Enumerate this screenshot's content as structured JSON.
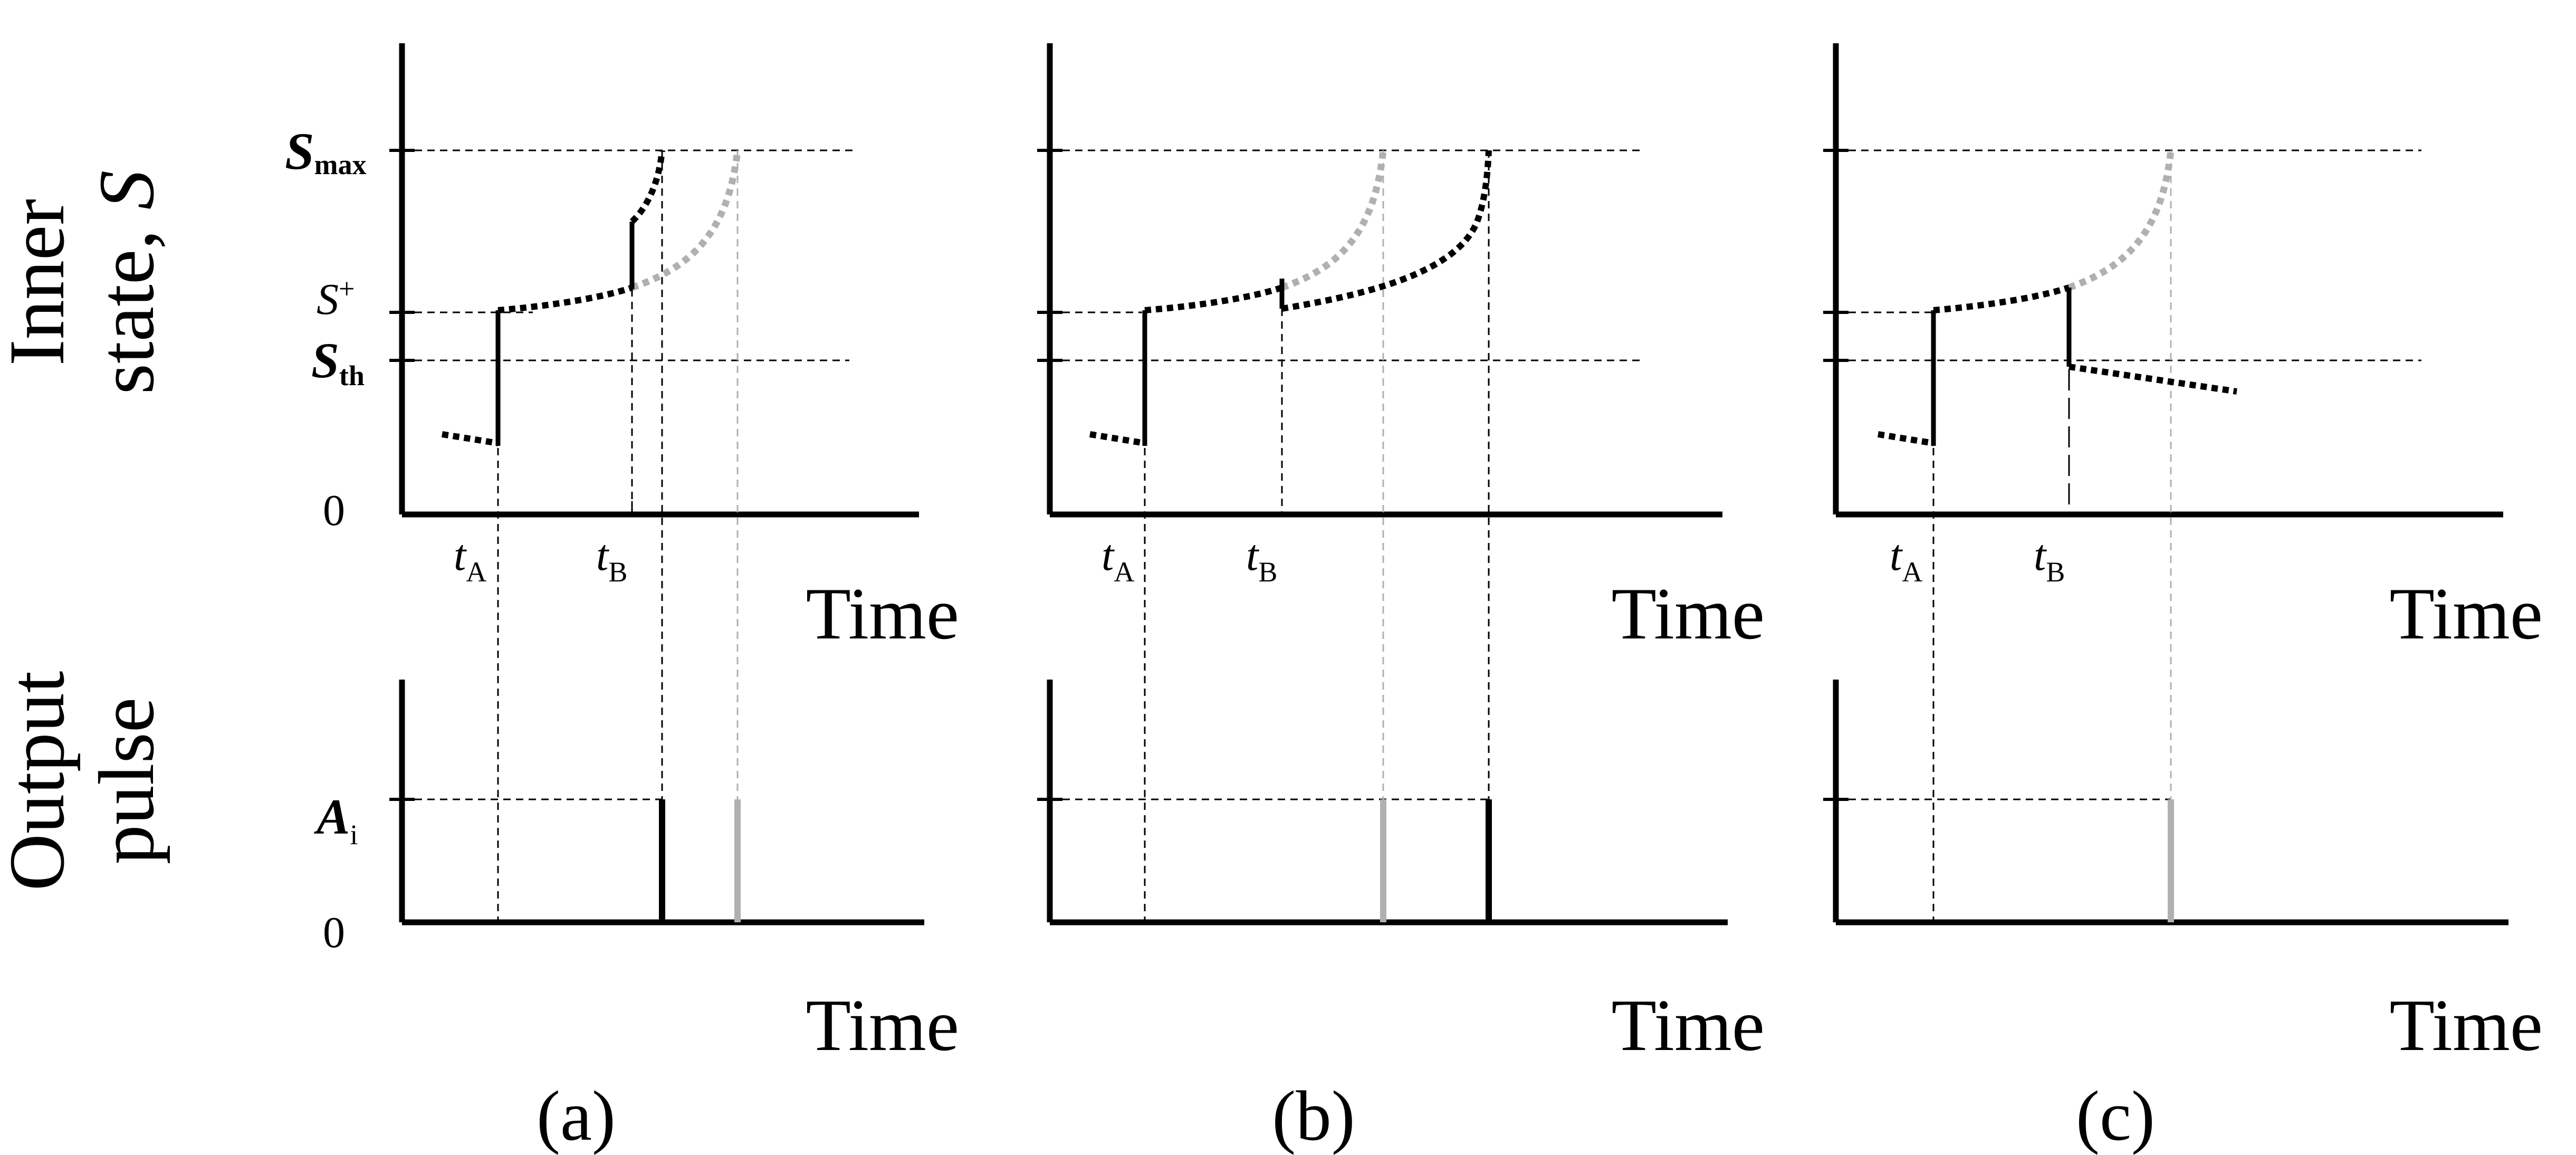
{
  "y_label_top": {
    "line1": "Inner",
    "line2": "state, ",
    "var": "S"
  },
  "y_label_bottom": {
    "line1": "Output",
    "line2": "pulse"
  },
  "ticks": {
    "smax": {
      "main": "S",
      "sub": "max"
    },
    "splus": {
      "main": "S",
      "sup": "+"
    },
    "sth": {
      "main": "S",
      "sub": "th"
    },
    "zero": "0",
    "ai": {
      "main": "A",
      "sub": "i"
    }
  },
  "time_label": "Time",
  "t_a": {
    "main": "t",
    "sub": "A"
  },
  "t_b": {
    "main": "t",
    "sub": "B"
  },
  "panels": [
    {
      "caption": "(a)"
    },
    {
      "caption": "(b)"
    },
    {
      "caption": "(c)"
    }
  ],
  "colors": {
    "ink": "#000000",
    "ghost": "#b0b0b0"
  }
}
